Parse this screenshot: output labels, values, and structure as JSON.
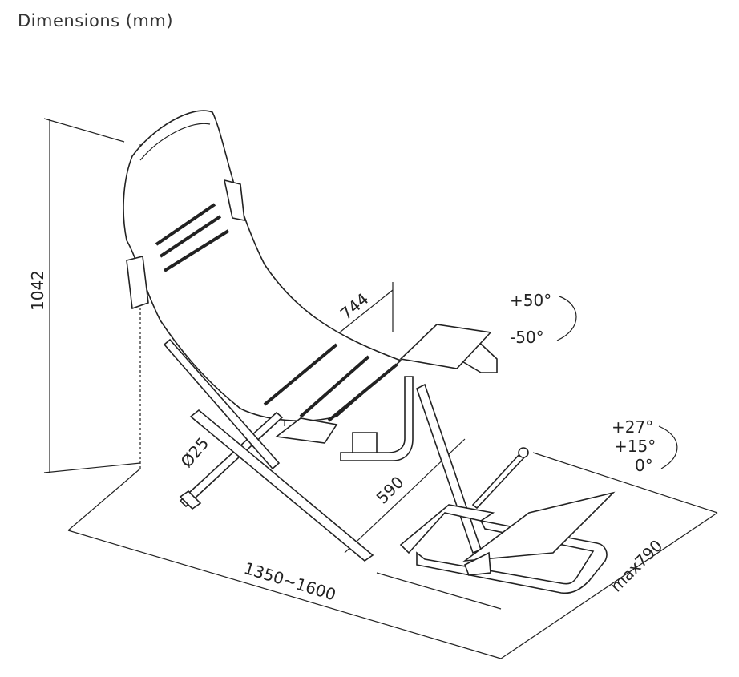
{
  "title": "Dimensions (mm)",
  "dimensions": {
    "height": "1042",
    "seat_width": "744",
    "tube_diameter": "Ø25",
    "pedal_depth": "590",
    "length": "1350~1600",
    "pedal_max": "max790"
  },
  "angles": {
    "wheel_up": "+50°",
    "wheel_down": "-50°",
    "pedal_high": "+27°",
    "pedal_mid": "+15°",
    "pedal_zero": "0°"
  }
}
